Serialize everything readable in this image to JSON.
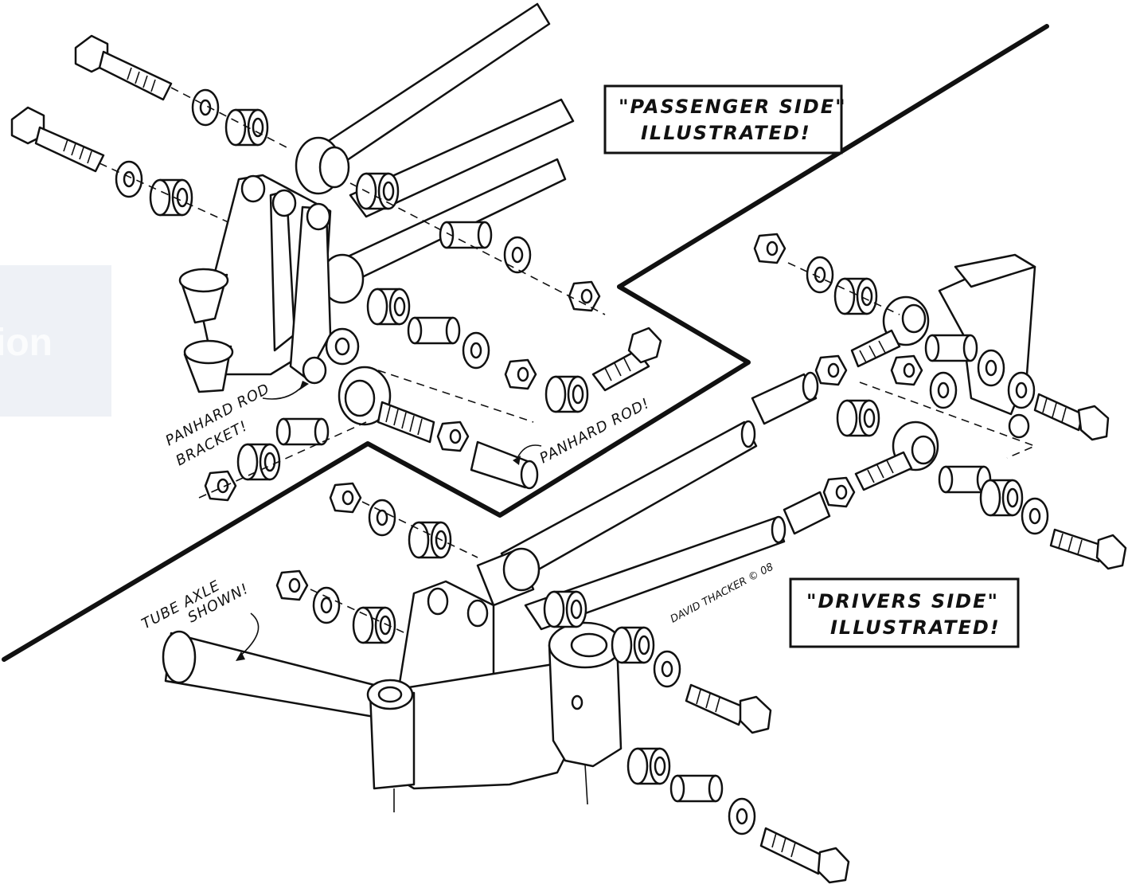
{
  "labels": {
    "passenger_side_line1": "\"PASSENGER SIDE\"",
    "passenger_side_line2": "ILLUSTRATED!",
    "drivers_side_line1": "\"DRIVERS SIDE\"",
    "drivers_side_line2": "ILLUSTRATED!",
    "panhard_bracket_line1": "PANHARD ROD",
    "panhard_bracket_line2": "BRACKET!",
    "panhard_rod": "PANHARD ROD!",
    "tube_axle_line1": "TUBE AXLE",
    "tube_axle_line2": "SHOWN!",
    "signature": "DAVID THACKER © 08"
  },
  "watermark_fragment": "ion"
}
